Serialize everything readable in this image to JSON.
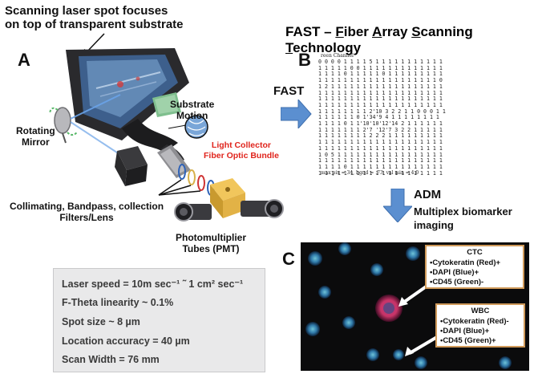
{
  "labels": {
    "top_caption_line1": "Scanning laser spot focuses",
    "top_caption_line2": "on top of transparent substrate",
    "panel_a": "A",
    "panel_b": "B",
    "panel_c": "C",
    "substrate_motion_line1": "Substrate",
    "substrate_motion_line2": "Motion",
    "rotating_mirror_line1": "Rotating",
    "rotating_mirror_line2": "Mirror",
    "light_collector_line1": "Light Collector",
    "light_collector_line2": "Fiber Optic Bundle",
    "collimating_line1": "Collimating, Bandpass, collection",
    "collimating_line2": "Filters/Lens",
    "pmt_line1": "Photomultiplier",
    "pmt_line2": "Tubes (PMT)",
    "fast_arrow": "FAST",
    "adm_arrow": "ADM",
    "multiplex_line1": "Multiplex biomarker",
    "multiplex_line2": "imaging"
  },
  "fast_title": {
    "prefix": "FAST – ",
    "w1_first": "F",
    "w1_rest": "iber ",
    "w2_first": "A",
    "w2_rest": "rray ",
    "w3_first": "S",
    "w3_rest": "canning ",
    "w4_first": "T",
    "w4_rest": "echnology"
  },
  "matrix": {
    "header": "reen Channel",
    "rows": [
      "0 0 0 0 1 1 1 1 5 1 1 1 1 1 1 1 1 1 1 1",
      "1 1 1 1 1 0 0 1 1 1 1 1 1 1 1 1 1 1 1 1",
      "1 1 1 1 0 1 1 1 1 1 0 1 1 1 1 1 1 1 1 1",
      "1 1 1 1 1 1 1 1 1 1 1 1 1 1 1 1 1 1 1 0",
      "1 2 1 1 1 1 1 1 1 1 1 1 1 1 1 1 1 1 1 1",
      "1 1 1 1 1 1 1 1 1 1 1 1 1 1 1 1 1 1 1 1",
      "1 1 1 1 1 1 1 1 1 1 1 1 1 1 1 1 1 1 1 1",
      "1 1 1 1 1 1 1 1 1 1 1 1 1 1 1 1 1 1 1 1",
      "1 1 1 1 1 1 1 1 2'10 3 2 2 1 1 0 0 0 1 1",
      "1 1 1 1 1 1 0 1'34'9 4 1 1 1 1 1 1 1 1",
      "1 1 1 1 0 1 1'10'10'12'14 2 1 1 1 1 1 1",
      "1 1 1 1 1 1 1 2'7 '12'7 3 2 2 1 1 1 1 1",
      "1 1 1 1 1 1 1 1 2 2 2 1 1 1 1 1 1 1 1 1",
      "1 1 1 1 1 1 1 1 1 1 1 1 1 1 1 1 1 1 1 1",
      "1 1 1 1 1 1 1 1 1 1 1 1 1 1 1 1 1 1 1 1",
      "1 0 5 1 1 1 1 1 1 1 1 1 1 1 1 1 1 1 1 1",
      "1 1 1 1 1 1 1 1 1 1 1 1 1 1 1 1 1 1 1 1",
      "1 1 1 1 0 1 1 1 1 1 1 1 1 1 1 1 1 1 1 1",
      "1 1 1 1 1 1 1 1 1 1 1 1 1 1 1 1 1 1 1 1"
    ],
    "footer": "max pix = 34, bgnd = .73, val min = 4.0"
  },
  "specs": {
    "laser_speed": "Laser speed = 10m sec⁻¹ ˜ 1 cm² sec⁻¹",
    "f_theta": "F-Theta linearity ~ 0.1%",
    "spot_size": "Spot size ~ 8 µm",
    "location_accuracy": "Location accuracy = 40 µm",
    "scan_width": "Scan Width = 76 mm"
  },
  "ctc_callout": {
    "title": "CTC",
    "items": [
      "•Cytokeratin (Red)+",
      "•DAPI (Blue)+",
      "•CD45 (Green)-"
    ]
  },
  "wbc_callout": {
    "title": "WBC",
    "items": [
      "•Cytokeratin (Red)-",
      "•DAPI (Blue)+",
      "•CD45 (Green)+"
    ]
  },
  "colors": {
    "accent_red": "#e0241c",
    "arrow_blue": "#5b8fd0",
    "callout_border": "#d09a5a",
    "spec_box": "#e9e9ea"
  }
}
